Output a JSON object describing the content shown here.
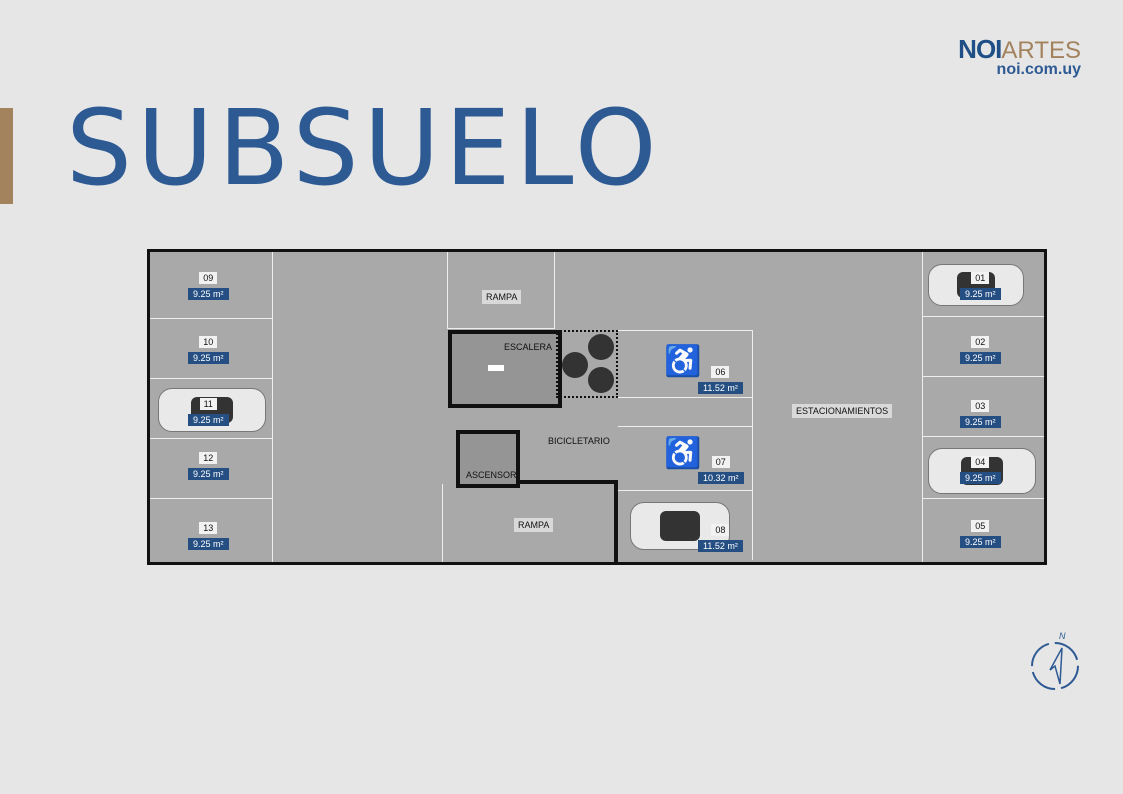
{
  "title": "SUBSUELO",
  "logo": {
    "brand_bold": "NOI",
    "brand_light": "ARTES",
    "url": "noi.com.uy"
  },
  "labels": {
    "rampa_top": "RAMPA",
    "rampa_bottom": "RAMPA",
    "escalera": "ESCALERA",
    "ascensor": "ASCENSOR",
    "bicicletario": "BICICLETARIO",
    "estacionamientos": "ESTACIONAMIENTOS"
  },
  "spots": [
    {
      "num": "01",
      "area": "9.25 m²"
    },
    {
      "num": "02",
      "area": "9.25 m²"
    },
    {
      "num": "03",
      "area": "9.25 m²"
    },
    {
      "num": "04",
      "area": "9.25 m²"
    },
    {
      "num": "05",
      "area": "9.25 m²"
    },
    {
      "num": "06",
      "area": "11.52 m²"
    },
    {
      "num": "07",
      "area": "10.32 m²"
    },
    {
      "num": "08",
      "area": "11.52 m²"
    },
    {
      "num": "09",
      "area": "9.25 m²"
    },
    {
      "num": "10",
      "area": "9.25 m²"
    },
    {
      "num": "11",
      "area": "9.25 m²"
    },
    {
      "num": "12",
      "area": "9.25 m²"
    },
    {
      "num": "13",
      "area": "9.25 m²"
    }
  ],
  "compass": {
    "label": "N"
  }
}
